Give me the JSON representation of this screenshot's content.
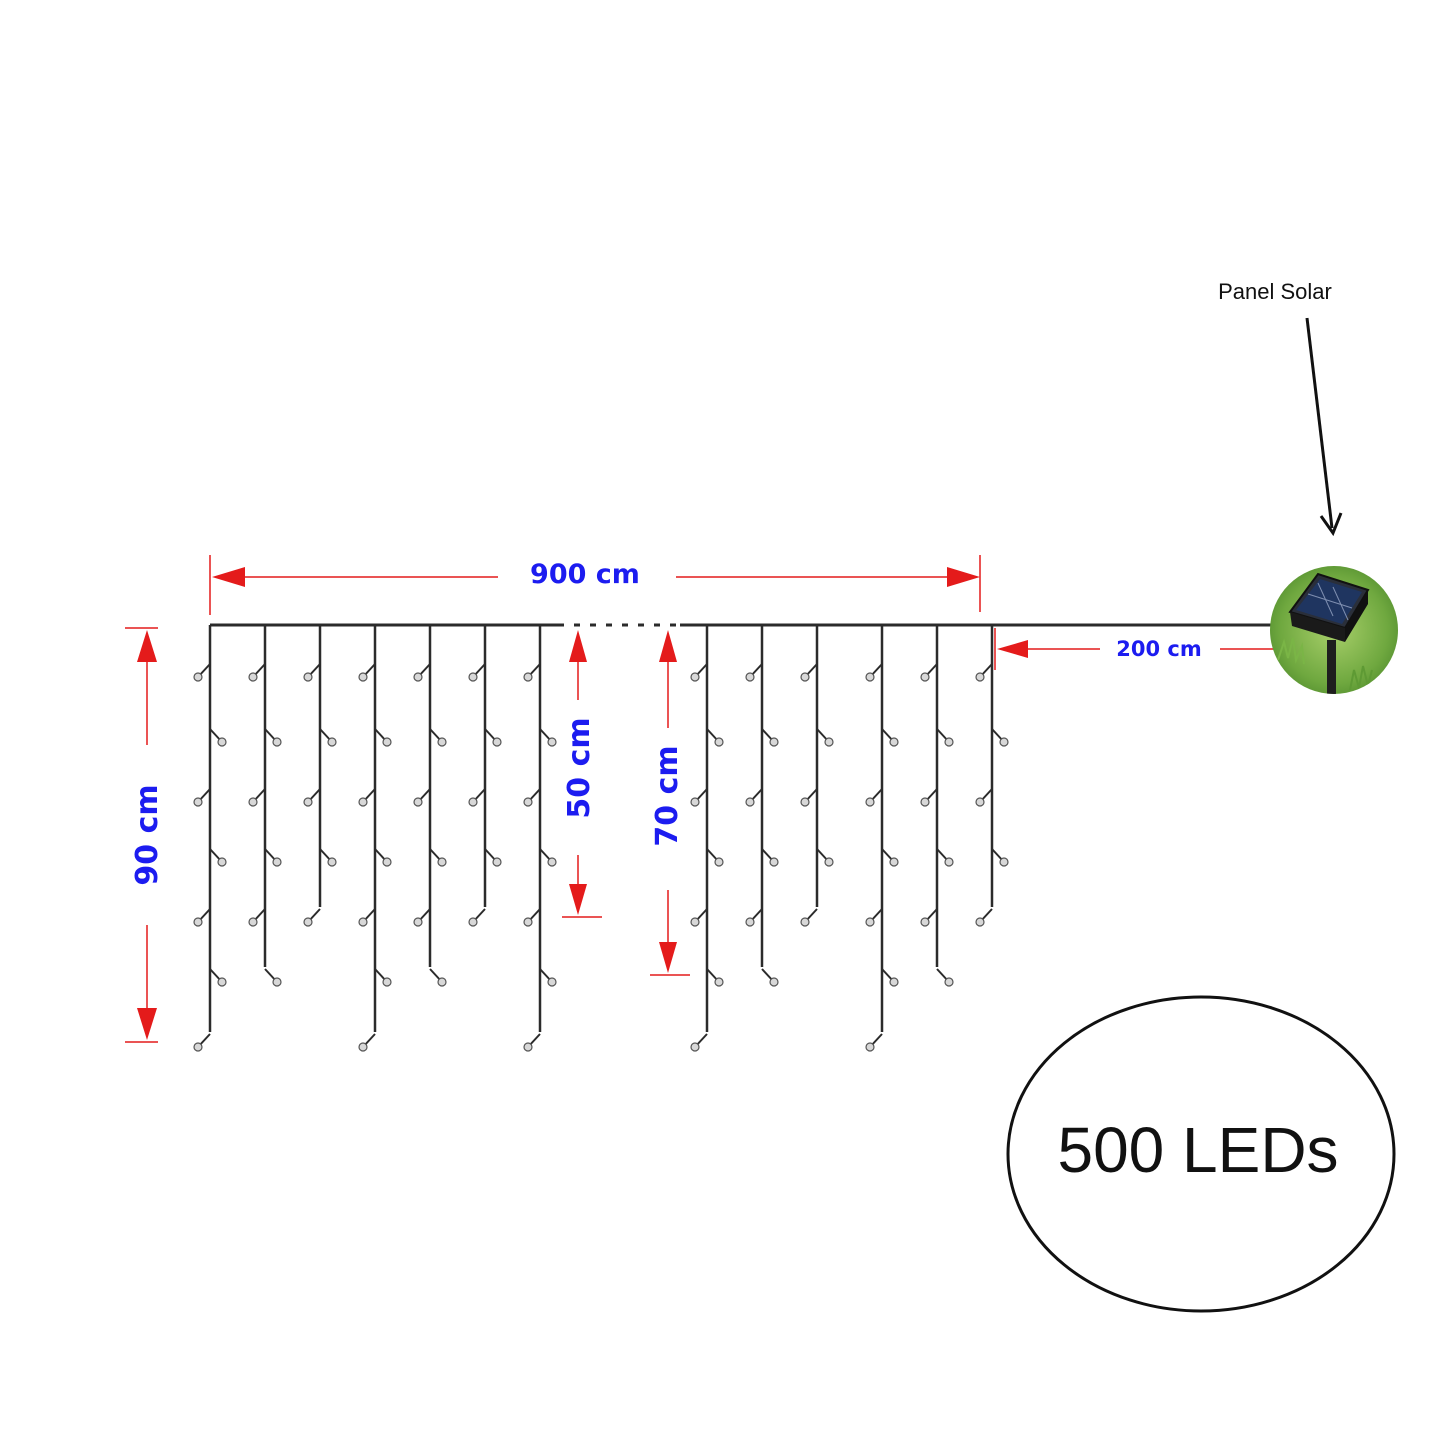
{
  "labels": {
    "width": "900 cm",
    "lead": "200 cm",
    "height_max": "90 cm",
    "height_short": "50 cm",
    "height_mid": "70 cm",
    "solar_panel": "Panel Solar",
    "led_count": "500 LEDs"
  },
  "colors": {
    "dimension_arrow": "#e41b1b",
    "dimension_text": "#1c1cf0",
    "wire": "#2b2b2b",
    "led": "#d8d8d8",
    "text": "#111111"
  },
  "icons": {
    "solar_panel": "solar-panel-icon",
    "led": "led-bulb-icon"
  }
}
